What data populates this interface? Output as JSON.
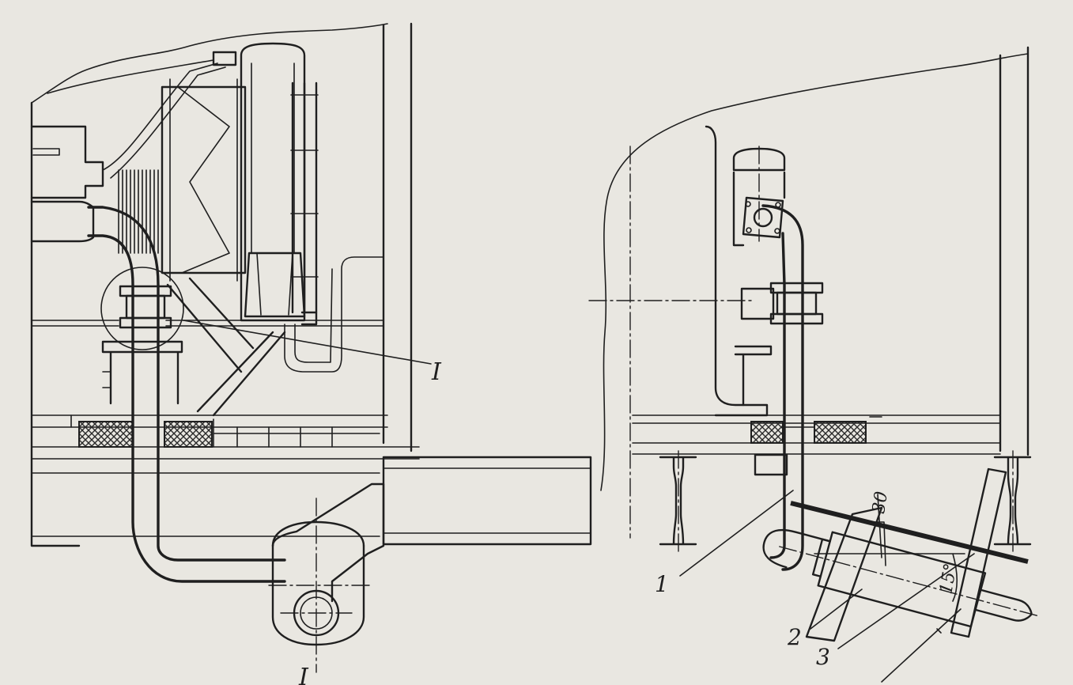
{
  "labels": {
    "detail_I_callout": "I",
    "detail_I_bottom": "I",
    "part_1": "1",
    "part_2": "2",
    "part_3": "3"
  },
  "dimensions": {
    "offset": "30",
    "angle": "15°"
  },
  "colors": {
    "paper": "#e9e7e1",
    "ink": "#1f1f1f",
    "hatch": "#2a2a2a"
  }
}
